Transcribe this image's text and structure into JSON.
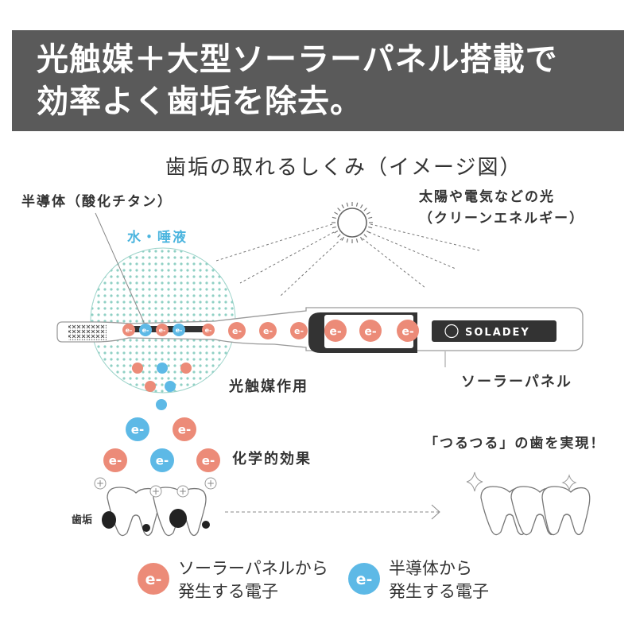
{
  "headline": {
    "line1": "光触媒＋大型ソーラーパネル搭載で",
    "line2": "効率よく歯垢を除去。"
  },
  "diagram": {
    "title": "歯垢の取れるしくみ（イメージ図）",
    "semiconductor_label": "半導体（酸化チタン）",
    "light_label_line1": "太陽や電気などの光",
    "light_label_line2": "（クリーンエネルギー）",
    "water_label": "水・唾液",
    "solar_panel_label": "ソーラーパネル",
    "photocatalysis_label": "光触媒作用",
    "chemical_effect_label": "化学的効果",
    "smooth_teeth_label": "「つるつる」の歯を実現！",
    "plaque_label": "歯垢",
    "brand_logo": "SOLADEY",
    "electron_symbol": "e-",
    "plus_symbol": "+"
  },
  "legend": {
    "solar": {
      "symbol": "e-",
      "line1": "ソーラーパネルから",
      "line2": "発生する電子",
      "color": "#ec8b78"
    },
    "semiconductor": {
      "symbol": "e-",
      "line1": "半導体から",
      "line2": "発生する電子",
      "color": "#5db9e6"
    }
  },
  "colors": {
    "banner": "#5a5a5a",
    "solar_electron": "#ec8b78",
    "semi_electron": "#5db9e6",
    "water_accent": "#4ab4de",
    "dot_pattern": "#8fd0c4",
    "handle_dark": "#3a3a3a"
  },
  "icons": [
    "sun-icon",
    "toothbrush-icon",
    "tooth-icon",
    "sparkle-icon",
    "arrow-right-icon"
  ]
}
